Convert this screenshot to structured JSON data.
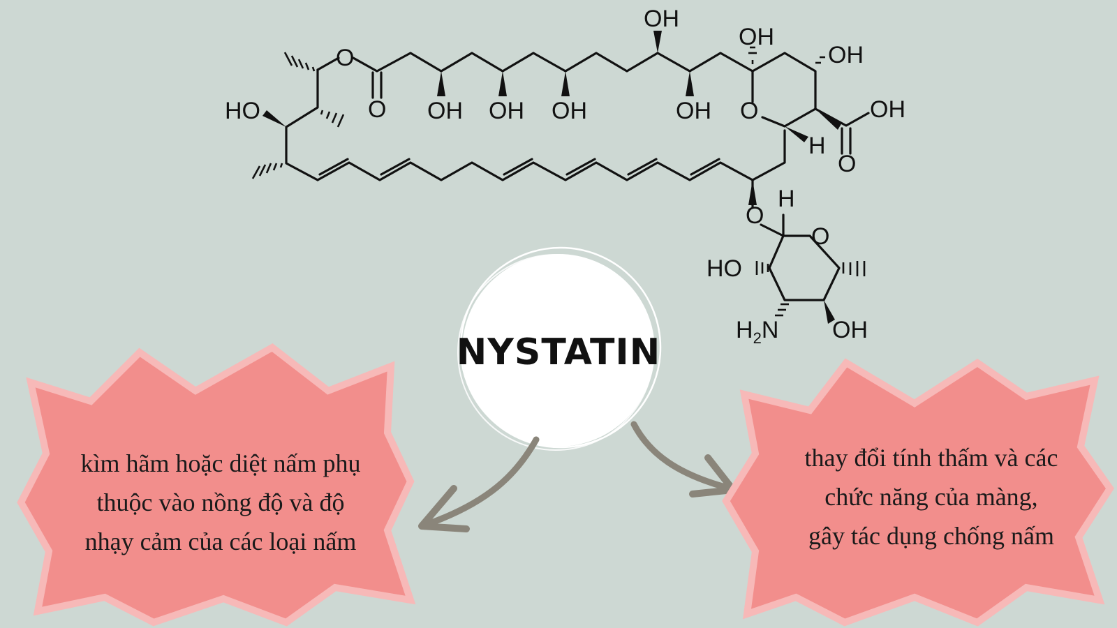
{
  "title": "NYSTATIN",
  "atoms": {
    "o_ester": "O",
    "o_carbonyl": "O",
    "ho_left": "HO",
    "oh_1": "OH",
    "oh_2": "OH",
    "oh_3": "OH",
    "oh_4": "OH",
    "oh_top": "OH",
    "oh_ring_top": "OH",
    "oh_ring_right": "OH",
    "o_ring": "O",
    "h_ring": "H",
    "oh_acid": "OH",
    "o_acid": "O",
    "o_glycoside": "O",
    "h_sugar": "H",
    "o_sugar_ring": "O",
    "ho_sugar": "HO",
    "h2n_sugar": "H",
    "h2n_sub": "2",
    "h2n_n": "N",
    "oh_sugar": "OH"
  },
  "notes": {
    "left": {
      "line1": "kìm hãm hoặc diệt nấm phụ",
      "line2": "thuộc vào nồng độ và độ",
      "line3": "nhạy cảm của các loại nấm"
    },
    "right": {
      "line1": "thay đổi tính thấm và các",
      "line2": "chức năng của màng,",
      "line3": "gây tác dụng chống nấm"
    }
  },
  "colors": {
    "background": "#cdd8d3",
    "burst_fill": "#f28e8c",
    "burst_border": "#f7b9b8",
    "arrow": "#8a857a",
    "circle_fill": "#ffffff"
  }
}
